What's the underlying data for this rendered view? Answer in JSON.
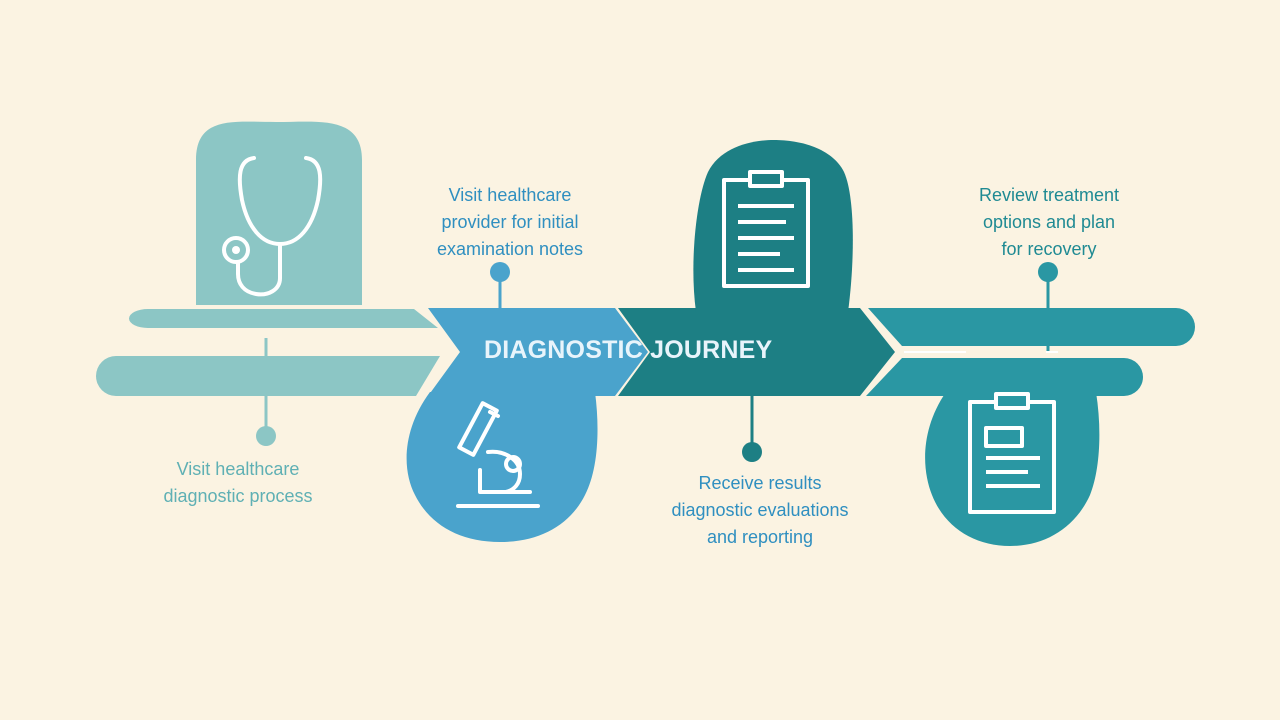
{
  "title": "DIAGNOSTIC JOURNEY",
  "steps": [
    {
      "icon": "stethoscope-icon",
      "color": "#8cc6c5",
      "caption": [
        "Visit healthcare",
        "diagnostic process"
      ]
    },
    {
      "icon": "microscope-icon",
      "color": "#4aa3cc",
      "caption": [
        "Visit healthcare",
        "provider for initial",
        "examination notes"
      ]
    },
    {
      "icon": "clipboard-icon",
      "color": "#1d7f84",
      "caption": [
        "Receive results",
        "diagnostic evaluations",
        "and reporting"
      ]
    },
    {
      "icon": "report-icon",
      "color": "#2a97a3",
      "caption": [
        "Review treatment",
        "options and plan",
        "for recovery"
      ]
    }
  ],
  "colors": {
    "background": "#fbf3e2",
    "caption_light": "#5fb0b4",
    "caption_blue": "#2f8fc0",
    "caption_teal": "#1f8a93",
    "title_text": "#e8f4fb",
    "icon_stroke": "#ffffff"
  }
}
